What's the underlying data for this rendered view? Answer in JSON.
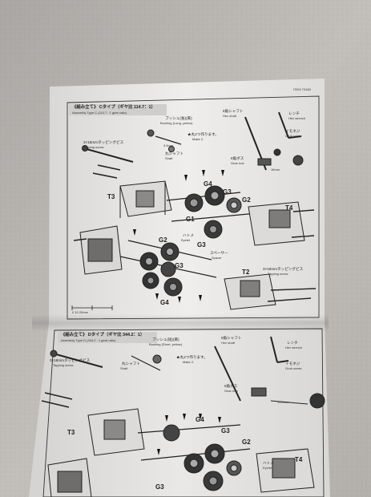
{
  "header": {
    "item_code": "ITEM 70189"
  },
  "section1": {
    "title": "《組み立て》 Cタイプ（ギヤ比 114.7：1）",
    "subtitle": "Assembly   Type C (114.7 : 1 gear ratio)",
    "labels": {
      "bushing_jp": "ブッシュ(長)(黄)",
      "bushing_en": "Bushing (Long, yellow)",
      "tapping_jp": "3×18mmタッピングビス",
      "tapping_en": "Tapping screw",
      "hexshaft_jp": "6角シャフト",
      "hexshaft_en": "Hex shaft",
      "wrench_jp": "レンチ",
      "wrench_en": "Hex wrench",
      "grub_jp": "イモネジ",
      "grub_en": "Grub screw",
      "shaft_jp": "丸シャフト",
      "shaft_en": "Shaft",
      "motor_note": "★丸2つ作ります。",
      "motor_note_en": "Make 2.",
      "dim_35": "3.5mm",
      "gearhub_jp": "6角ボス",
      "gearhub_en": "Gear hub",
      "dim_16": "16mm",
      "spacer_jp": "スペーサー",
      "spacer_en": "Spacer",
      "eyelet_jp": "ハトメ",
      "eyelet_en": "Eyelet",
      "tapping2_jp": "3×18mmタッピングビス",
      "tapping2_en": "Tapping screw",
      "scale": "0        10       20mm"
    },
    "parts": {
      "t3": "T3",
      "t4": "T4",
      "t2": "T2",
      "g1": "G1",
      "g2a": "G2",
      "g2b": "G2",
      "g3a": "G3",
      "g3b": "G3",
      "g3c": "G3",
      "g4a": "G4",
      "g4b": "G4"
    }
  },
  "section2": {
    "title": "《組み立て》 Dタイプ（ギヤ比 344.2：1）",
    "subtitle": "Assembly   Type D (344.2 : 1 gear ratio)",
    "labels": {
      "bushing_jp": "ブッシュ(短)(黄)",
      "bushing_en": "Bushing (Short, yellow)",
      "hexshaft_jp": "6角シャフト",
      "hexshaft_en": "Hex shaft",
      "wrench_jp": "レンチ",
      "wrench_en": "Hex wrench",
      "tapping_jp": "3×18mmタッピングビス",
      "tapping_en": "Tapping screw",
      "shaft_jp": "丸シャフト",
      "shaft_en": "Shaft",
      "motor_note": "★丸2つ作ります。",
      "motor_note_en": "Make 2.",
      "grub_jp": "イモネジ",
      "grub_en": "Grub screw",
      "gearhub_jp": "6角ボス",
      "gearhub_en": "Gear hub",
      "dim_135": "13.5mm",
      "eyelet_jp": "ハトメ",
      "eyelet_en": "Eyelet"
    },
    "parts": {
      "t3": "T3",
      "t4": "T4",
      "g2": "G2",
      "g3a": "G3",
      "g3b": "G3",
      "g4": "G4"
    }
  }
}
